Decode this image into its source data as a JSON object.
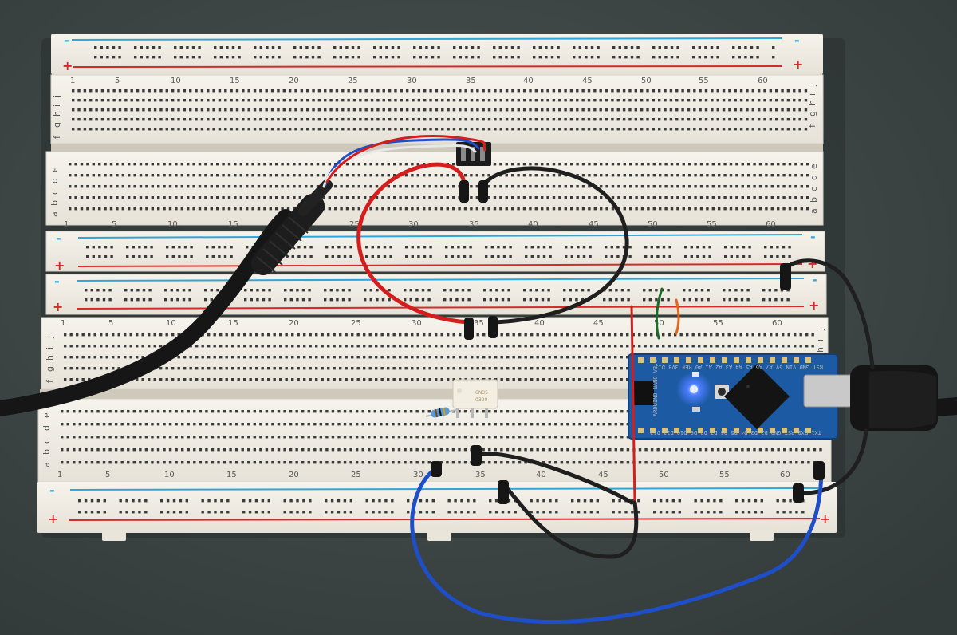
{
  "colors": {
    "table": "#3f4747",
    "board": "#f1eee6",
    "hole": "#3a3a3a",
    "rail_plus": "#d62a2a",
    "rail_minus": "#2ea6da",
    "wire_red": "#d41e1e",
    "wire_black": "#1f1f1f",
    "wire_blue": "#1f4fc8",
    "wire_green": "#1b6b2a",
    "wire_orange": "#e8641a",
    "arduino_pcb": "#1d5aa4",
    "led_blue": "#4a7dff"
  },
  "breadboard": {
    "numbers_top": [
      "1",
      "5",
      "10",
      "15",
      "20",
      "25",
      "30",
      "35",
      "40",
      "45",
      "50",
      "55",
      "60"
    ],
    "numbers_mid": [
      "1",
      "5",
      "10",
      "15",
      "20",
      "25",
      "30",
      "35",
      "40",
      "45",
      "50",
      "55",
      "60"
    ],
    "numbers_lower": [
      "1",
      "5",
      "10",
      "15",
      "20",
      "25",
      "30",
      "35",
      "40",
      "45",
      "50",
      "55",
      "60"
    ],
    "numbers_bottom": [
      "1",
      "5",
      "10",
      "15",
      "20",
      "25",
      "30",
      "35",
      "40",
      "45",
      "50",
      "55",
      "60"
    ],
    "letters_fghij": [
      "f",
      "g",
      "h",
      "i",
      "j"
    ],
    "letters_abcde": [
      "a",
      "b",
      "c",
      "d",
      "e"
    ],
    "plus": "+",
    "minus": "-"
  },
  "arduino": {
    "label": "ARDUINO NANO V3.0",
    "top_header": "RST GND VIN 5V A7 A6 A5 A4 A3 A2 A1 A0 REF 3V3 D13",
    "bottom_header": "TX1 RX0 RST GND D2 D3 D4 D5 D6 D7 D8 D9 D10 D11 D12"
  },
  "optocoupler": {
    "marking_1": "6N35",
    "marking_2": "0320"
  }
}
